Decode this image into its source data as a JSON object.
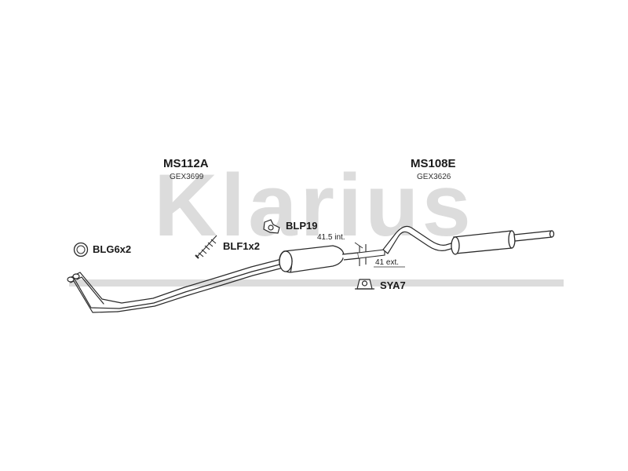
{
  "watermark": {
    "text": "Klarius",
    "color": "#dcdcdc"
  },
  "parts": [
    {
      "code": "MS112A",
      "ref": "GEX3699"
    },
    {
      "code": "MS108E",
      "ref": "GEX3626"
    }
  ],
  "fittings": [
    {
      "code": "BLG6x2",
      "icon": "gasket-ring-icon"
    },
    {
      "code": "BLF1x2",
      "icon": "spring-bolt-icon"
    },
    {
      "code": "BLP19",
      "icon": "pipe-clamp-icon"
    },
    {
      "code": "SYA7",
      "icon": "rubber-mount-icon"
    }
  ],
  "dimensions": {
    "internal": "41.5 int.",
    "external": "41 ext."
  },
  "colors": {
    "outline": "#2a2a2a",
    "pipe_fill": "#ffffff",
    "shade": "#e6e6e6"
  }
}
